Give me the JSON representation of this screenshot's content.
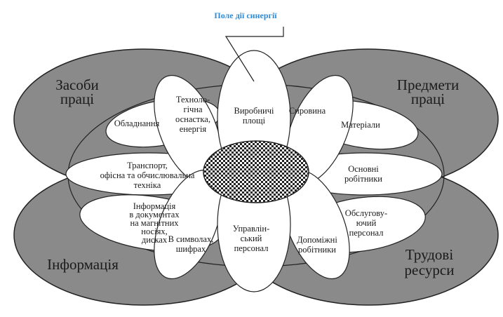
{
  "title": "Поле дії синергії",
  "colors": {
    "big_fill": "#8a8a8a",
    "petal_fill": "#ffffff",
    "line": "#222222",
    "accent": "#2e8bd8"
  },
  "groups": {
    "tl": [
      "Засоби",
      "праці"
    ],
    "tr": [
      "Предмети",
      "праці"
    ],
    "bl": [
      "Інформація"
    ],
    "br": [
      "Трудові",
      "ресурси"
    ]
  },
  "petals": {
    "top": [
      "Виробничі",
      "площі"
    ],
    "top_left": [
      "Техноло-",
      "гічна",
      "оснастка,",
      "енергія"
    ],
    "top_right": [
      "Сировина"
    ],
    "upper_left": [
      "Обладнання"
    ],
    "upper_right": [
      "Матеріали"
    ],
    "left": [
      "Транспорт,",
      "офісна та обчислювальна",
      "техніка"
    ],
    "right": [
      "Основні",
      "робітники"
    ],
    "lower_left": [
      "Інформація",
      "в документах",
      "на магнітних",
      "носіях,",
      "дисках"
    ],
    "lower_right": [
      "Обслугову-",
      "ючий",
      "персонал"
    ],
    "bottom_left": [
      "В символах,",
      "шифрах"
    ],
    "bottom_right": [
      "Допоміжні",
      "робітники"
    ],
    "bottom": [
      "Управлін-",
      "ський",
      "персонал"
    ]
  }
}
